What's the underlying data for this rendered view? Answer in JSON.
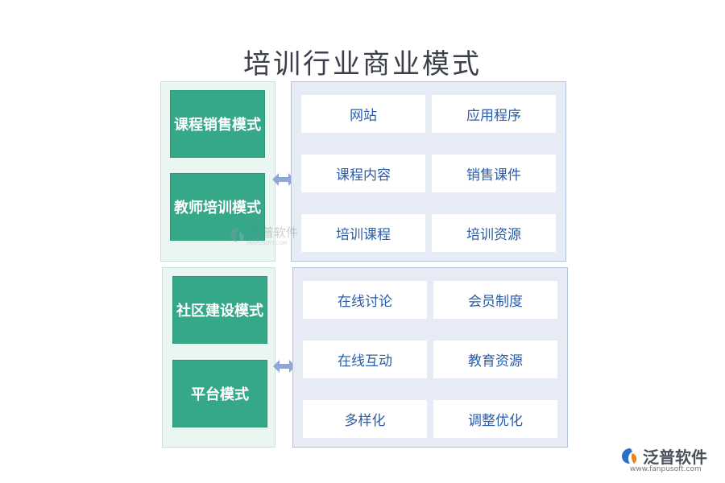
{
  "title": "培训行业商业模式",
  "group1": {
    "modes": [
      "课程销售模式",
      "教师培训模式"
    ],
    "items": [
      "网站",
      "应用程序",
      "课程内容",
      "销售课件",
      "培训课程",
      "培训资源"
    ]
  },
  "group2": {
    "modes": [
      "社区建设模式",
      "平台模式"
    ],
    "items": [
      "在线讨论",
      "会员制度",
      "在线互动",
      "教育资源",
      "多样化",
      "调整优化"
    ]
  },
  "watermark": {
    "name": "泛普软件",
    "sub": "FANPUSOFT.COM"
  },
  "logo": {
    "name": "泛普软件",
    "url": "www.fanpusoft.com"
  },
  "colors": {
    "mode_fill": "#35a88a",
    "left_panel_bg": "#eaf6f1",
    "right_panel_bg": "#e6ebf5",
    "item_text": "#2a5caa",
    "arrow": "#8fa6d6"
  }
}
